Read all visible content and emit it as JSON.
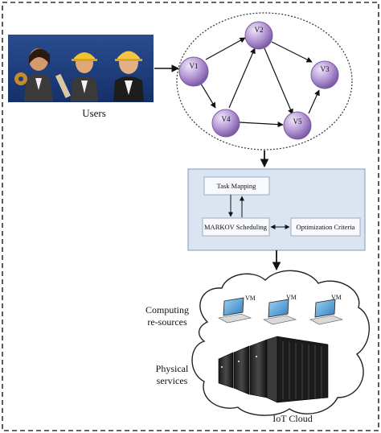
{
  "users": {
    "label": "Users"
  },
  "graph": {
    "nodes": [
      {
        "id": "v1",
        "label": "V1"
      },
      {
        "id": "v2",
        "label": "V2"
      },
      {
        "id": "v3",
        "label": "V3"
      },
      {
        "id": "v4",
        "label": "V4"
      },
      {
        "id": "v5",
        "label": "V5"
      }
    ]
  },
  "scheduler": {
    "task_mapping": "Task Mapping",
    "markov_scheduling": "MARKOV Scheduling",
    "optimization_criteria": "Optimization Criteria"
  },
  "cloud": {
    "computing_resources_line1": "Computing",
    "computing_resources_line2": "re-sources",
    "physical_services_line1": "Physical",
    "physical_services_line2": "services",
    "vm_labels": [
      "VM",
      "VM",
      "VM"
    ],
    "title": "IoT Cloud"
  },
  "colors": {
    "users_panel": "#1f3f7a",
    "node_fill": "#b79bd6",
    "node_edge": "#7a5aa5",
    "scheduler_panel": "#dbe4f1",
    "scheduler_border": "#7f97bd"
  }
}
